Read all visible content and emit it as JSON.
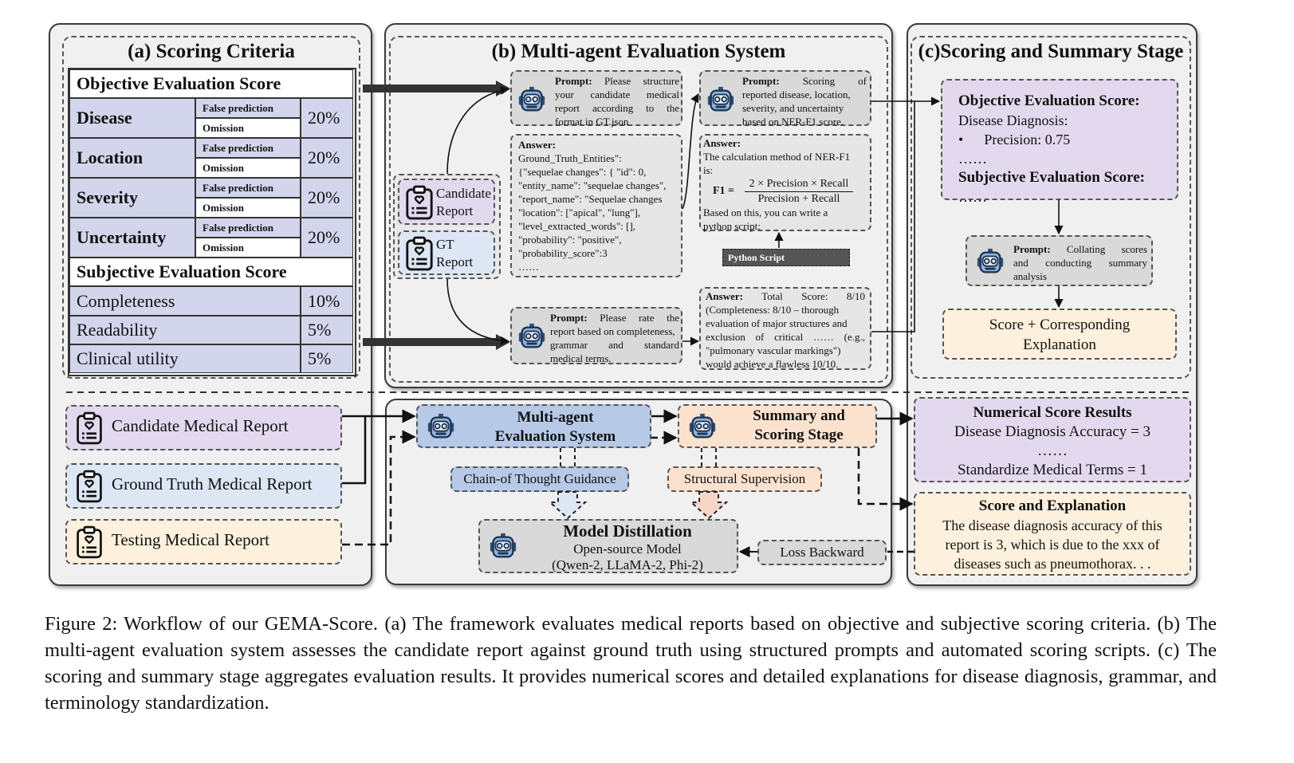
{
  "panel_a": {
    "title": "(a) Scoring Criteria",
    "objective_header": "Objective Evaluation Score",
    "objective_rows": [
      {
        "name": "Disease",
        "sub1": "False prediction",
        "sub2": "Omission",
        "pct": "20%"
      },
      {
        "name": "Location",
        "sub1": "False prediction",
        "sub2": "Omission",
        "pct": "20%"
      },
      {
        "name": "Severity",
        "sub1": "False prediction",
        "sub2": "Omission",
        "pct": "20%"
      },
      {
        "name": "Uncertainty",
        "sub1": "False prediction",
        "sub2": "Omission",
        "pct": "20%"
      }
    ],
    "subjective_header": "Subjective Evaluation Score",
    "subjective_rows": [
      {
        "name": "Completeness",
        "pct": "10%"
      },
      {
        "name": "Readability",
        "pct": "5%"
      },
      {
        "name": "Clinical utility",
        "pct": "5%"
      }
    ]
  },
  "panel_b": {
    "title": "(b) Multi-agent Evaluation System",
    "prompt1_label": "Prompt:",
    "prompt1_lines": [
      "Please structure",
      "your candidate medical",
      "report according to the",
      "format in GT.json"
    ],
    "answer1_label": "Answer:",
    "answer1_lines": [
      "Ground_Truth_Entities\":",
      "{\"sequelae changes\": { \"id\": 0,",
      "\"entity_name\": \"sequelae changes\",",
      "\"report_name\": \"Sequelae changes",
      "\"location\": [\"apical\", \"lung\"],",
      "\"level_extracted_words\": [],",
      "\"probability\": \"positive\",",
      "\"probability_score\":3",
      "……"
    ],
    "candidate_report": [
      "Candidate",
      "Report"
    ],
    "gt_report": [
      "GT",
      "Report"
    ],
    "prompt2_label": "Prompt:",
    "prompt2_lines": [
      "Scoring of",
      "reported disease, location,",
      "severity, and uncertainty",
      "based on NER-F1 score."
    ],
    "answer2_label": "Answer:",
    "answer2_lines": [
      "The calculation method of NER-F1",
      "is:"
    ],
    "formula_lhs": "F1 =",
    "formula_num": "2 × Precision × Recall",
    "formula_den": "Precision + Recall",
    "answer2_tail": [
      "Based on this, you can write a",
      "python script:"
    ],
    "python_script": "Python Script",
    "prompt3_label": "Prompt:",
    "prompt3_lines": [
      "Please rate the",
      "report based on completeness,",
      "grammar and standard",
      "medical terms."
    ],
    "answer3_label": "Answer:",
    "answer3_lines": [
      "Total Score: 8/10",
      "(Completeness: 8/10 – thorough",
      "evaluation of major structures and",
      "exclusion of critical …… (e.g.,",
      "\"pulmonary vascular markings\")",
      "would achieve a flawless 10/10."
    ]
  },
  "panel_c": {
    "title": "(c)Scoring and Summary Stage",
    "objective_label": "Objective Evaluation Score:",
    "disease_diag": "Disease Diagnosis:",
    "bullet": "•",
    "precision": "Precision: 0.75",
    "dots1": "……",
    "subjective_label": "Subjective Evaluation Score:",
    "dots2": "……",
    "prompt_label": "Prompt:",
    "prompt_lines": [
      "Collating scores",
      "and conducting summary",
      "analysis"
    ],
    "result_lines": [
      "Score + Corresponding",
      "Explanation"
    ]
  },
  "bottom": {
    "candidate": "Candidate Medical Report",
    "ground_truth": "Ground Truth Medical Report",
    "testing": "Testing Medical Report",
    "mas": [
      "Multi-agent",
      "Evaluation System"
    ],
    "summary": [
      "Summary and",
      "Scoring Stage"
    ],
    "cot": "Chain-of Thought Guidance",
    "structural": "Structural Supervision",
    "distill_title": "Model Distillation",
    "distill_sub1": "Open-source Model",
    "distill_sub2": "(Qwen-2, LLaMA-2, Phi-2)",
    "loss": "Loss Backward",
    "numerical_title": "Numerical Score Results",
    "numerical_lines": [
      "Disease Diagnosis Accuracy = 3",
      "……",
      "Standardize Medical Terms = 1"
    ],
    "explanation_title": "Score and Explanation",
    "explanation_lines": [
      "The disease diagnosis accuracy of this",
      "report is 3, which is due to the xxx of",
      "diseases such as pneumothorax. . ."
    ]
  },
  "caption": "Figure 2: Workflow of our GEMA-Score. (a) The framework evaluates medical reports based on objective and subjective scoring criteria. (b) The multi-agent evaluation system assesses the candidate report against ground truth using structured prompts and automated scoring scripts. (c) The scoring and summary stage aggregates evaluation results. It provides numerical scores and detailed explanations for disease diagnosis, grammar, and terminology standardization."
}
